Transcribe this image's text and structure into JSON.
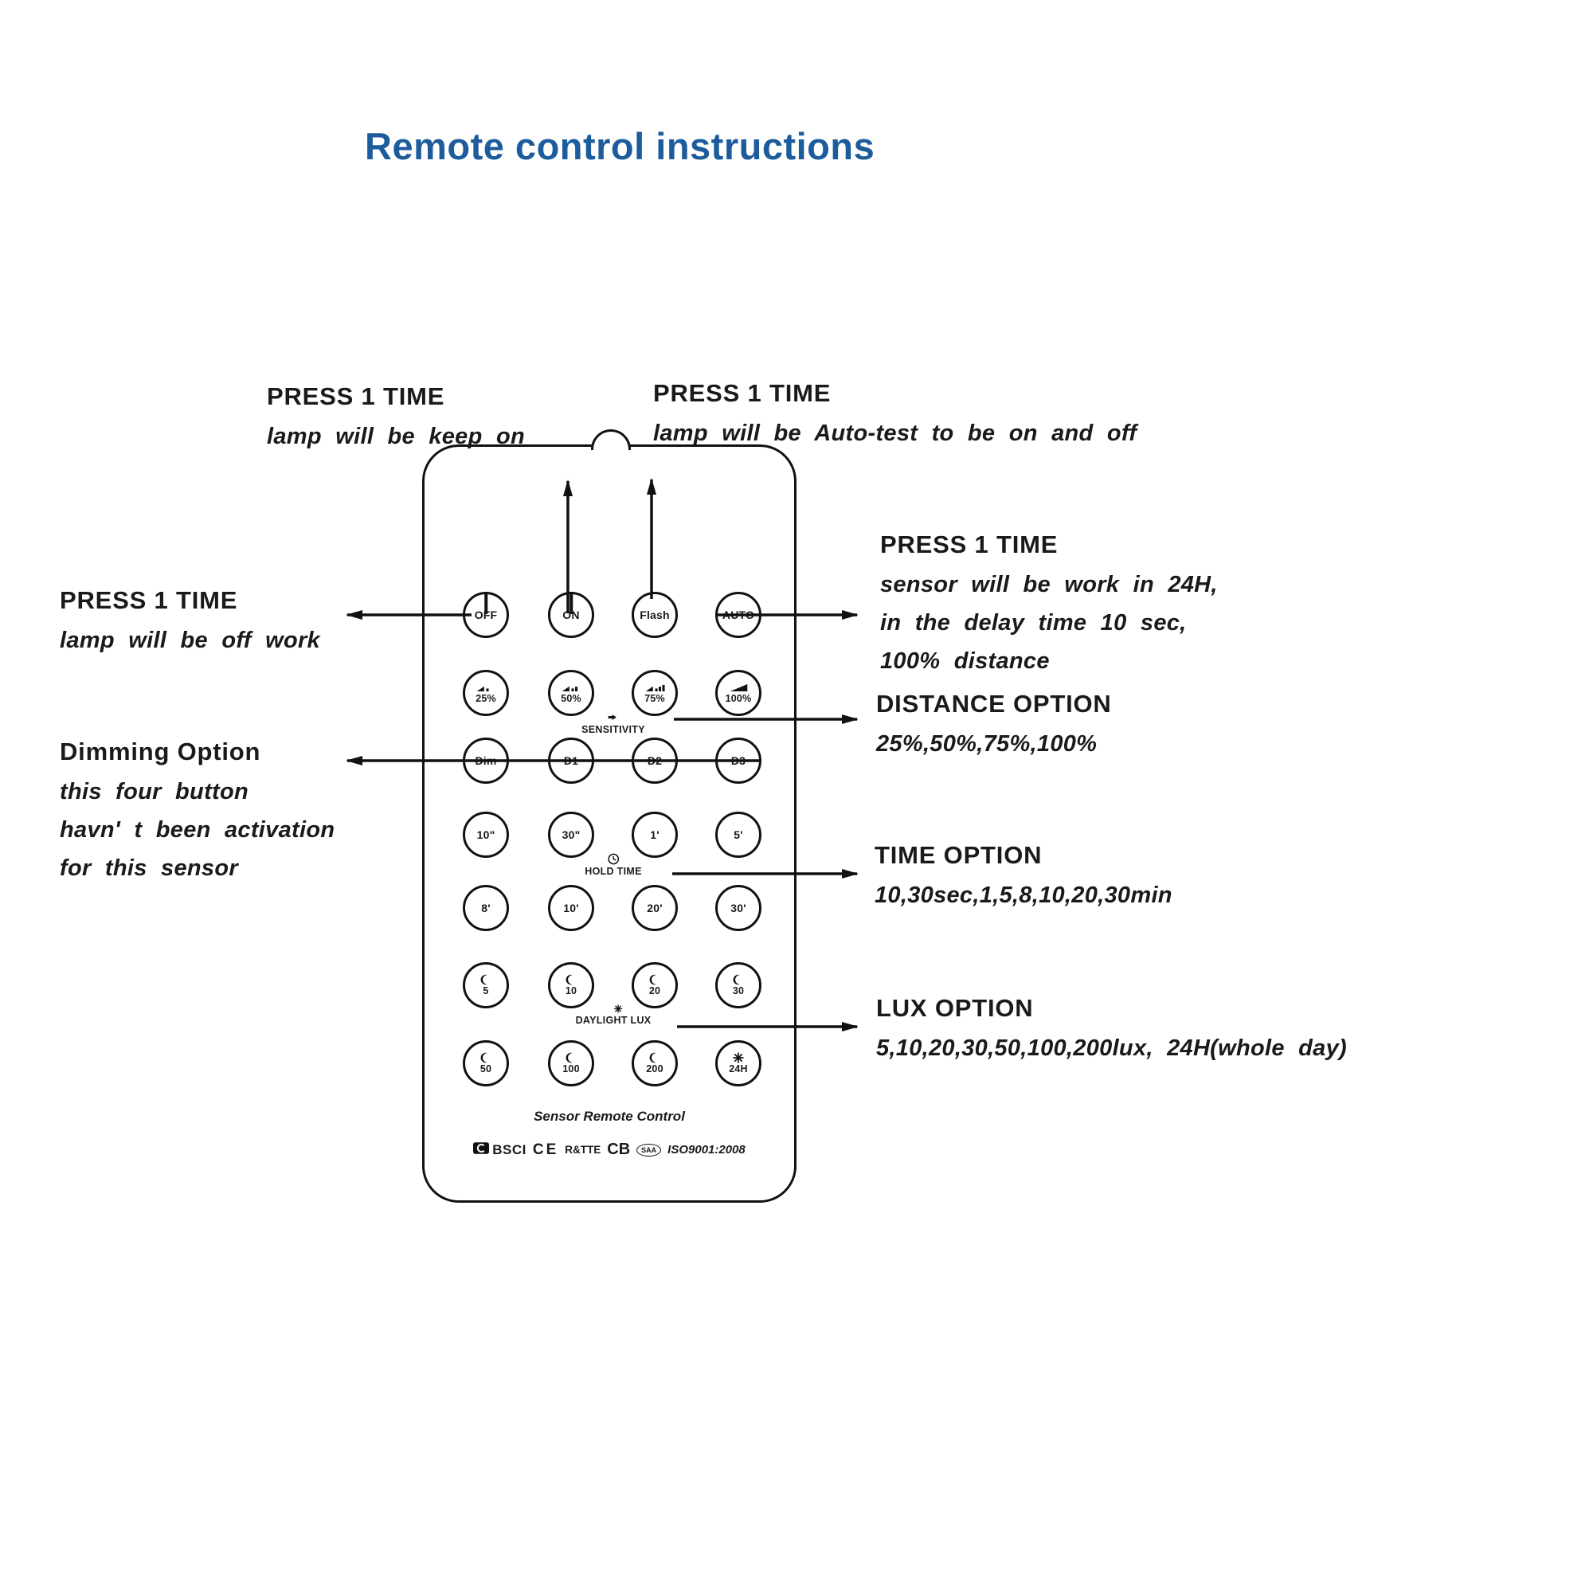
{
  "title": "Remote control instructions",
  "title_color": "#1d5c9c",
  "annotations": {
    "keep_on": {
      "title": "PRESS 1 TIME",
      "lines": [
        "lamp will be keep on"
      ]
    },
    "auto_test": {
      "title": "PRESS 1 TIME",
      "lines": [
        "lamp will be Auto-test to be on and off"
      ]
    },
    "off_work": {
      "title": "PRESS 1 TIME",
      "lines": [
        "lamp will be off work"
      ]
    },
    "auto_24h": {
      "title": "PRESS 1 TIME",
      "lines": [
        "sensor will be work in 24H,",
        "in the delay time 10 sec,",
        "100% distance"
      ]
    },
    "distance": {
      "title": "DISTANCE OPTION",
      "lines": [
        "25%,50%,75%,100%"
      ]
    },
    "dimming": {
      "title": "Dimming Option",
      "lines": [
        "this four button",
        "havn' t been activation",
        "for this sensor"
      ]
    },
    "time": {
      "title": "TIME OPTION",
      "lines": [
        "10,30sec,1,5,8,10,20,30min"
      ]
    },
    "lux": {
      "title": "LUX OPTION",
      "lines": [
        "5,10,20,30,50,100,200lux, 24H(whole day)"
      ]
    }
  },
  "remote": {
    "rows": [
      {
        "name": "power",
        "buttons": [
          {
            "label": "OFF",
            "icon": "power-line-icon"
          },
          {
            "label": "ON",
            "icon": "power-line-icon"
          },
          {
            "label": "Flash"
          },
          {
            "label": "AUTO"
          }
        ]
      },
      {
        "name": "sensitivity",
        "caption": "SENSITIVITY",
        "caption_icon": "sensitivity-arrow-icon",
        "buttons": [
          {
            "label": "25%",
            "icon": "signal-1-icon"
          },
          {
            "label": "50%",
            "icon": "signal-2-icon"
          },
          {
            "label": "75%",
            "icon": "signal-3-icon"
          },
          {
            "label": "100%",
            "icon": "signal-full-icon"
          }
        ]
      },
      {
        "name": "dimming",
        "buttons": [
          {
            "label": "Dim"
          },
          {
            "label": "D1"
          },
          {
            "label": "D2"
          },
          {
            "label": "D3"
          }
        ]
      },
      {
        "name": "hold-time",
        "caption": "HOLD TIME",
        "caption_icon": "clock-icon",
        "buttons": [
          {
            "label": "10\""
          },
          {
            "label": "30\""
          },
          {
            "label": "1'"
          },
          {
            "label": "5'"
          }
        ]
      },
      {
        "name": "hold-time-2",
        "buttons": [
          {
            "label": "8'"
          },
          {
            "label": "10'"
          },
          {
            "label": "20'"
          },
          {
            "label": "30'"
          }
        ]
      },
      {
        "name": "daylight-lux",
        "caption": "DAYLIGHT LUX",
        "caption_icon": "daylight-lux-icon",
        "buttons": [
          {
            "label": "5",
            "icon": "moon-icon"
          },
          {
            "label": "10",
            "icon": "moon-icon"
          },
          {
            "label": "20",
            "icon": "moon-icon"
          },
          {
            "label": "30",
            "icon": "moon-icon"
          }
        ]
      },
      {
        "name": "daylight-lux-2",
        "buttons": [
          {
            "label": "50",
            "icon": "moon-icon"
          },
          {
            "label": "100",
            "icon": "moon-icon"
          },
          {
            "label": "200",
            "icon": "moon-icon"
          },
          {
            "label": "24H",
            "icon": "sun-icon"
          }
        ]
      }
    ],
    "footer": "Sensor Remote Control",
    "certs": [
      "BSCI",
      "CE",
      "R&TTE",
      "CB",
      "SAA",
      "ISO9001:2008"
    ]
  }
}
